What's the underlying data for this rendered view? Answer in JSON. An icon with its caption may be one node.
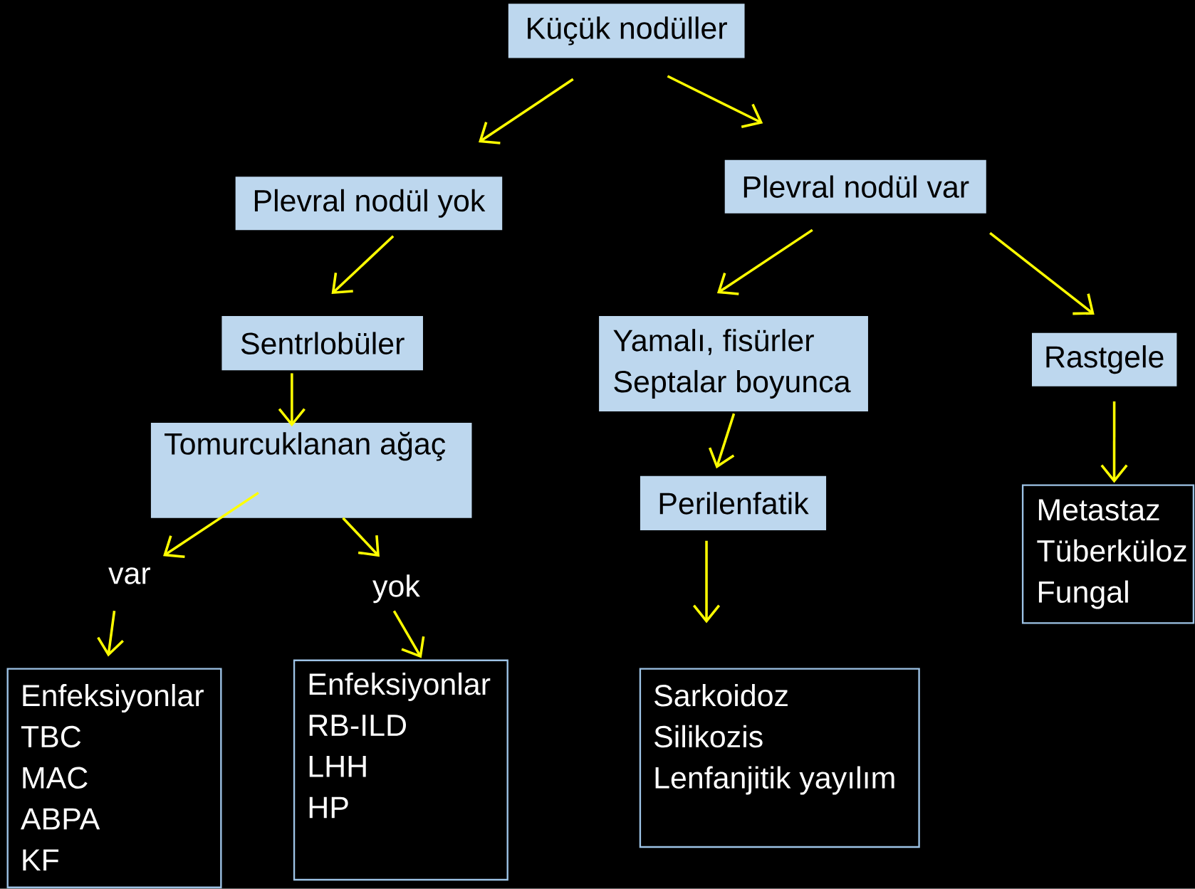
{
  "diagram": {
    "nodes": [
      {
        "text": [
          "Küçük nodüller"
        ]
      },
      {
        "text": [
          "Plevral nodül yok"
        ]
      },
      {
        "text": [
          "Plevral nodül var"
        ]
      },
      {
        "text": [
          "Sentrlobüler"
        ]
      },
      {
        "text": [
          "Yamalı, fisürler",
          "Septalar boyunca"
        ]
      },
      {
        "text": [
          "Rastgele"
        ]
      },
      {
        "text": [
          "Tomurcuklanan ağaç"
        ]
      },
      {
        "text": [
          "Perilenfatik"
        ]
      },
      {
        "text": [
          "Metastaz",
          "Tüberküloz",
          "Fungal"
        ]
      },
      {
        "text": [
          "var"
        ]
      },
      {
        "text": [
          "yok"
        ]
      },
      {
        "text": [
          "Enfeksiyonlar",
          "TBC",
          "MAC",
          "ABPA",
          "KF"
        ]
      },
      {
        "text": [
          "Enfeksiyonlar",
          "RB-ILD",
          "LHH",
          "HP"
        ]
      },
      {
        "text": [
          "Sarkoidoz",
          "Silikozis",
          "Lenfanjitik yayılım"
        ]
      }
    ],
    "edges": [
      {
        "from": 0,
        "to": 1,
        "arrow": "to"
      },
      {
        "from": 0,
        "to": 2,
        "arrow": "to"
      },
      {
        "from": 1,
        "to": 3,
        "arrow": "to"
      },
      {
        "from": 2,
        "to": 4,
        "arrow": "to"
      },
      {
        "from": 2,
        "to": 5,
        "arrow": "to"
      },
      {
        "from": 3,
        "to": 6,
        "arrow": "to"
      },
      {
        "from": 6,
        "to": 9,
        "arrow": "to"
      },
      {
        "from": 6,
        "to": 10,
        "arrow": "to"
      },
      {
        "from": 4,
        "to": 7,
        "arrow": "to"
      },
      {
        "from": 5,
        "to": 8,
        "arrow": "to"
      },
      {
        "from": 9,
        "to": 11,
        "arrow": "to"
      },
      {
        "from": 10,
        "to": 12,
        "arrow": "to"
      },
      {
        "from": 7,
        "to": 13,
        "arrow": "to"
      }
    ]
  }
}
